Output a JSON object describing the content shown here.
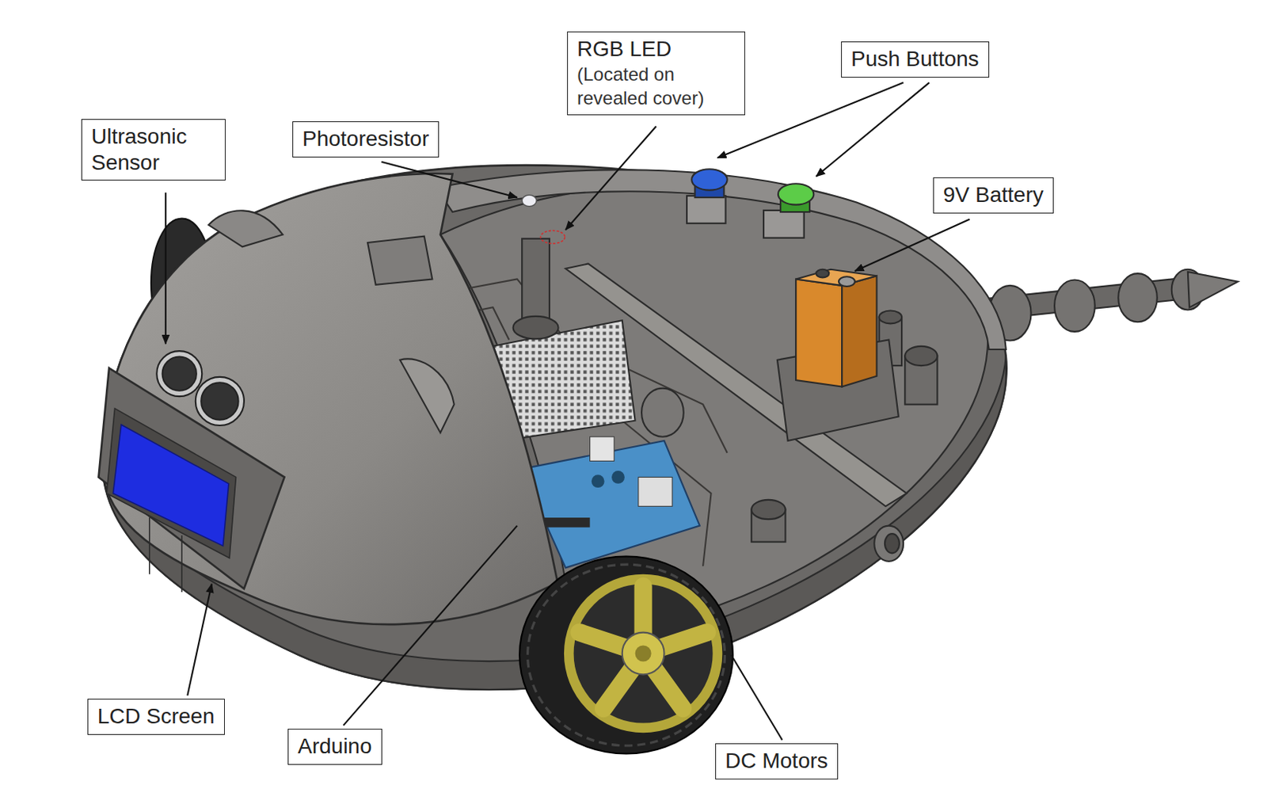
{
  "diagram": {
    "nodes": [
      {
        "text": [
          "RGB LED",
          "(Located on revealed cover)"
        ]
      },
      {
        "text": [
          "Push Buttons"
        ]
      },
      {
        "text": [
          "Ultrasonic Sensor"
        ]
      },
      {
        "text": [
          "Photoresistor"
        ]
      },
      {
        "text": [
          "9V Battery"
        ]
      },
      {
        "text": [
          "LCD Screen"
        ]
      },
      {
        "text": [
          "Arduino"
        ]
      },
      {
        "text": [
          "DC Motors"
        ]
      }
    ]
  }
}
